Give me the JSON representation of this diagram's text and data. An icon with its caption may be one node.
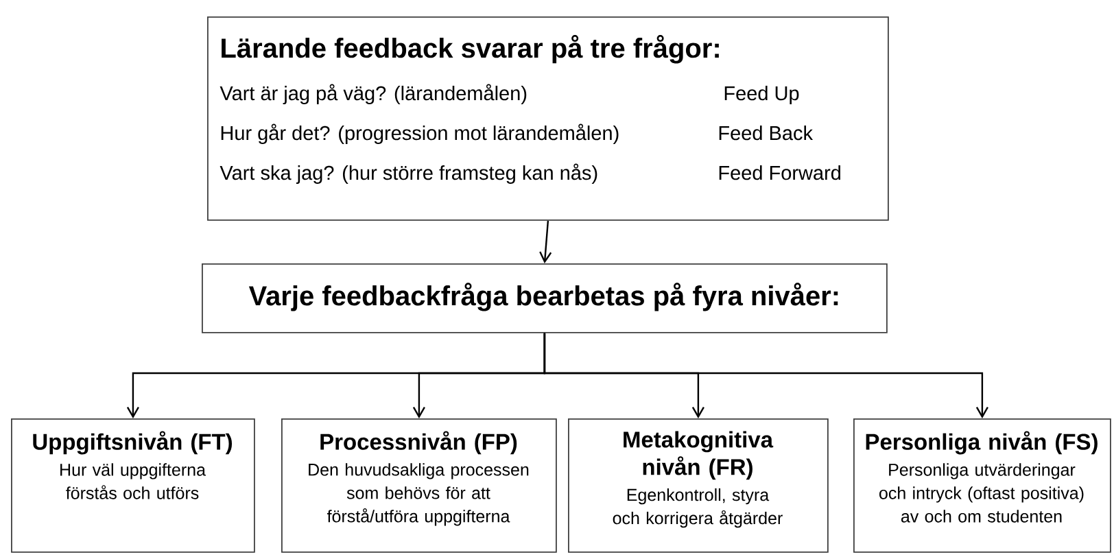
{
  "diagram": {
    "nodes": [
      {
        "text": [
          "Lärande feedback svarar på tre frågor:",
          "Vart är jag på väg? (lärandemålen)",
          "Feed Up",
          "Hur går det? (progression mot lärandemålen)",
          "Feed Back",
          "Vart ska jag? (hur större framsteg kan nås)",
          "Feed Forward"
        ]
      },
      {
        "text": [
          "Varje feedbackfråga bearbetas på fyra nivåer:"
        ]
      },
      {
        "text": [
          "Uppgiftsnivån (FT)",
          "Hur väl uppgifterna förstås och utförs"
        ]
      },
      {
        "text": [
          "Processnivån (FP)",
          "Den huvudsakliga processen som behövs för att förstå/utföra uppgifterna"
        ]
      },
      {
        "text": [
          "Metakognitiva nivån (FR)",
          "Egenkontroll, styra och korrigera åtgärder"
        ]
      },
      {
        "text": [
          "Personliga nivån (FS)",
          "Personliga utvärderingar och intryck (oftast positiva) av och om studenten"
        ]
      }
    ],
    "edges": [
      {
        "from": 0,
        "to": 1,
        "arrow": "to"
      },
      {
        "from": 1,
        "to": 2,
        "arrow": "to"
      },
      {
        "from": 1,
        "to": 3,
        "arrow": "to"
      },
      {
        "from": 1,
        "to": 4,
        "arrow": "to"
      },
      {
        "from": 1,
        "to": 5,
        "arrow": "to"
      }
    ]
  }
}
